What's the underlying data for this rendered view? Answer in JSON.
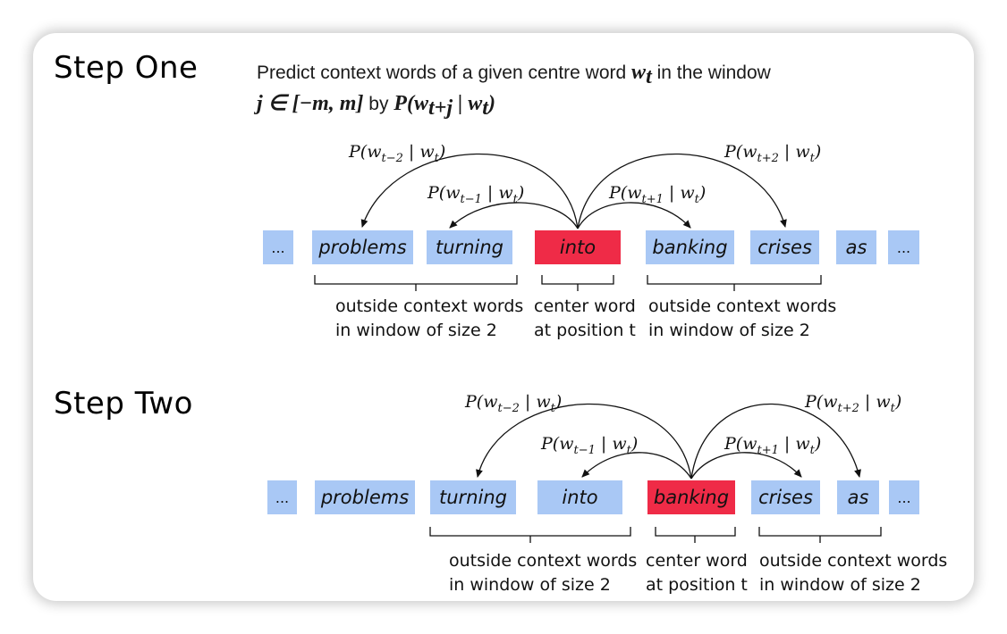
{
  "step_one": {
    "title": "Step One",
    "desc_text1": "Predict context words of a given centre word ",
    "desc_wt": "w",
    "desc_wt_sub": "t",
    "desc_text2": " in the window",
    "desc_range": "j ∈ [−m, m]",
    "desc_by": " by ",
    "desc_prob": "P(w",
    "desc_prob_sub": "t+j",
    "desc_prob_end": " | w",
    "desc_prob_end_sub": "t",
    "desc_close": ")",
    "words": [
      "...",
      "problems",
      "turning",
      "into",
      "banking",
      "crises",
      "as",
      "..."
    ],
    "probs": {
      "m2": {
        "pre": "P(w",
        "sub": "t−2",
        "mid": " | w",
        "sub2": "t",
        "end": ")"
      },
      "m1": {
        "pre": "P(w",
        "sub": "t−1",
        "mid": " | w",
        "sub2": "t",
        "end": ")"
      },
      "p1": {
        "pre": "P(w",
        "sub": "t+1",
        "mid": " | w",
        "sub2": "t",
        "end": ")"
      },
      "p2": {
        "pre": "P(w",
        "sub": "t+2",
        "mid": " | w",
        "sub2": "t",
        "end": ")"
      }
    },
    "labels": {
      "left1": "outside context words",
      "left2": "in window of size 2",
      "center1": "center word",
      "center2": "at position t",
      "right1": "outside context words",
      "right2": "in window of size 2"
    }
  },
  "step_two": {
    "title": "Step Two",
    "words": [
      "...",
      "problems",
      "turning",
      "into",
      "banking",
      "crises",
      "as",
      "..."
    ],
    "probs": {
      "m2": {
        "pre": "P(w",
        "sub": "t−2",
        "mid": " | w",
        "sub2": "t",
        "end": ")"
      },
      "m1": {
        "pre": "P(w",
        "sub": "t−1",
        "mid": " | w",
        "sub2": "t",
        "end": ")"
      },
      "p1": {
        "pre": "P(w",
        "sub": "t+1",
        "mid": " | w",
        "sub2": "t",
        "end": ")"
      },
      "p2": {
        "pre": "P(w",
        "sub": "t+2",
        "mid": " | w",
        "sub2": "t",
        "end": ")"
      }
    },
    "labels": {
      "left1": "outside context words",
      "left2": "in window of size 2",
      "center1": "center word",
      "center2": "at position t",
      "right1": "outside context words",
      "right2": "in window of size 2"
    }
  },
  "colors": {
    "word_box": "#a9c8f5",
    "center_box": "#ef2b47"
  }
}
